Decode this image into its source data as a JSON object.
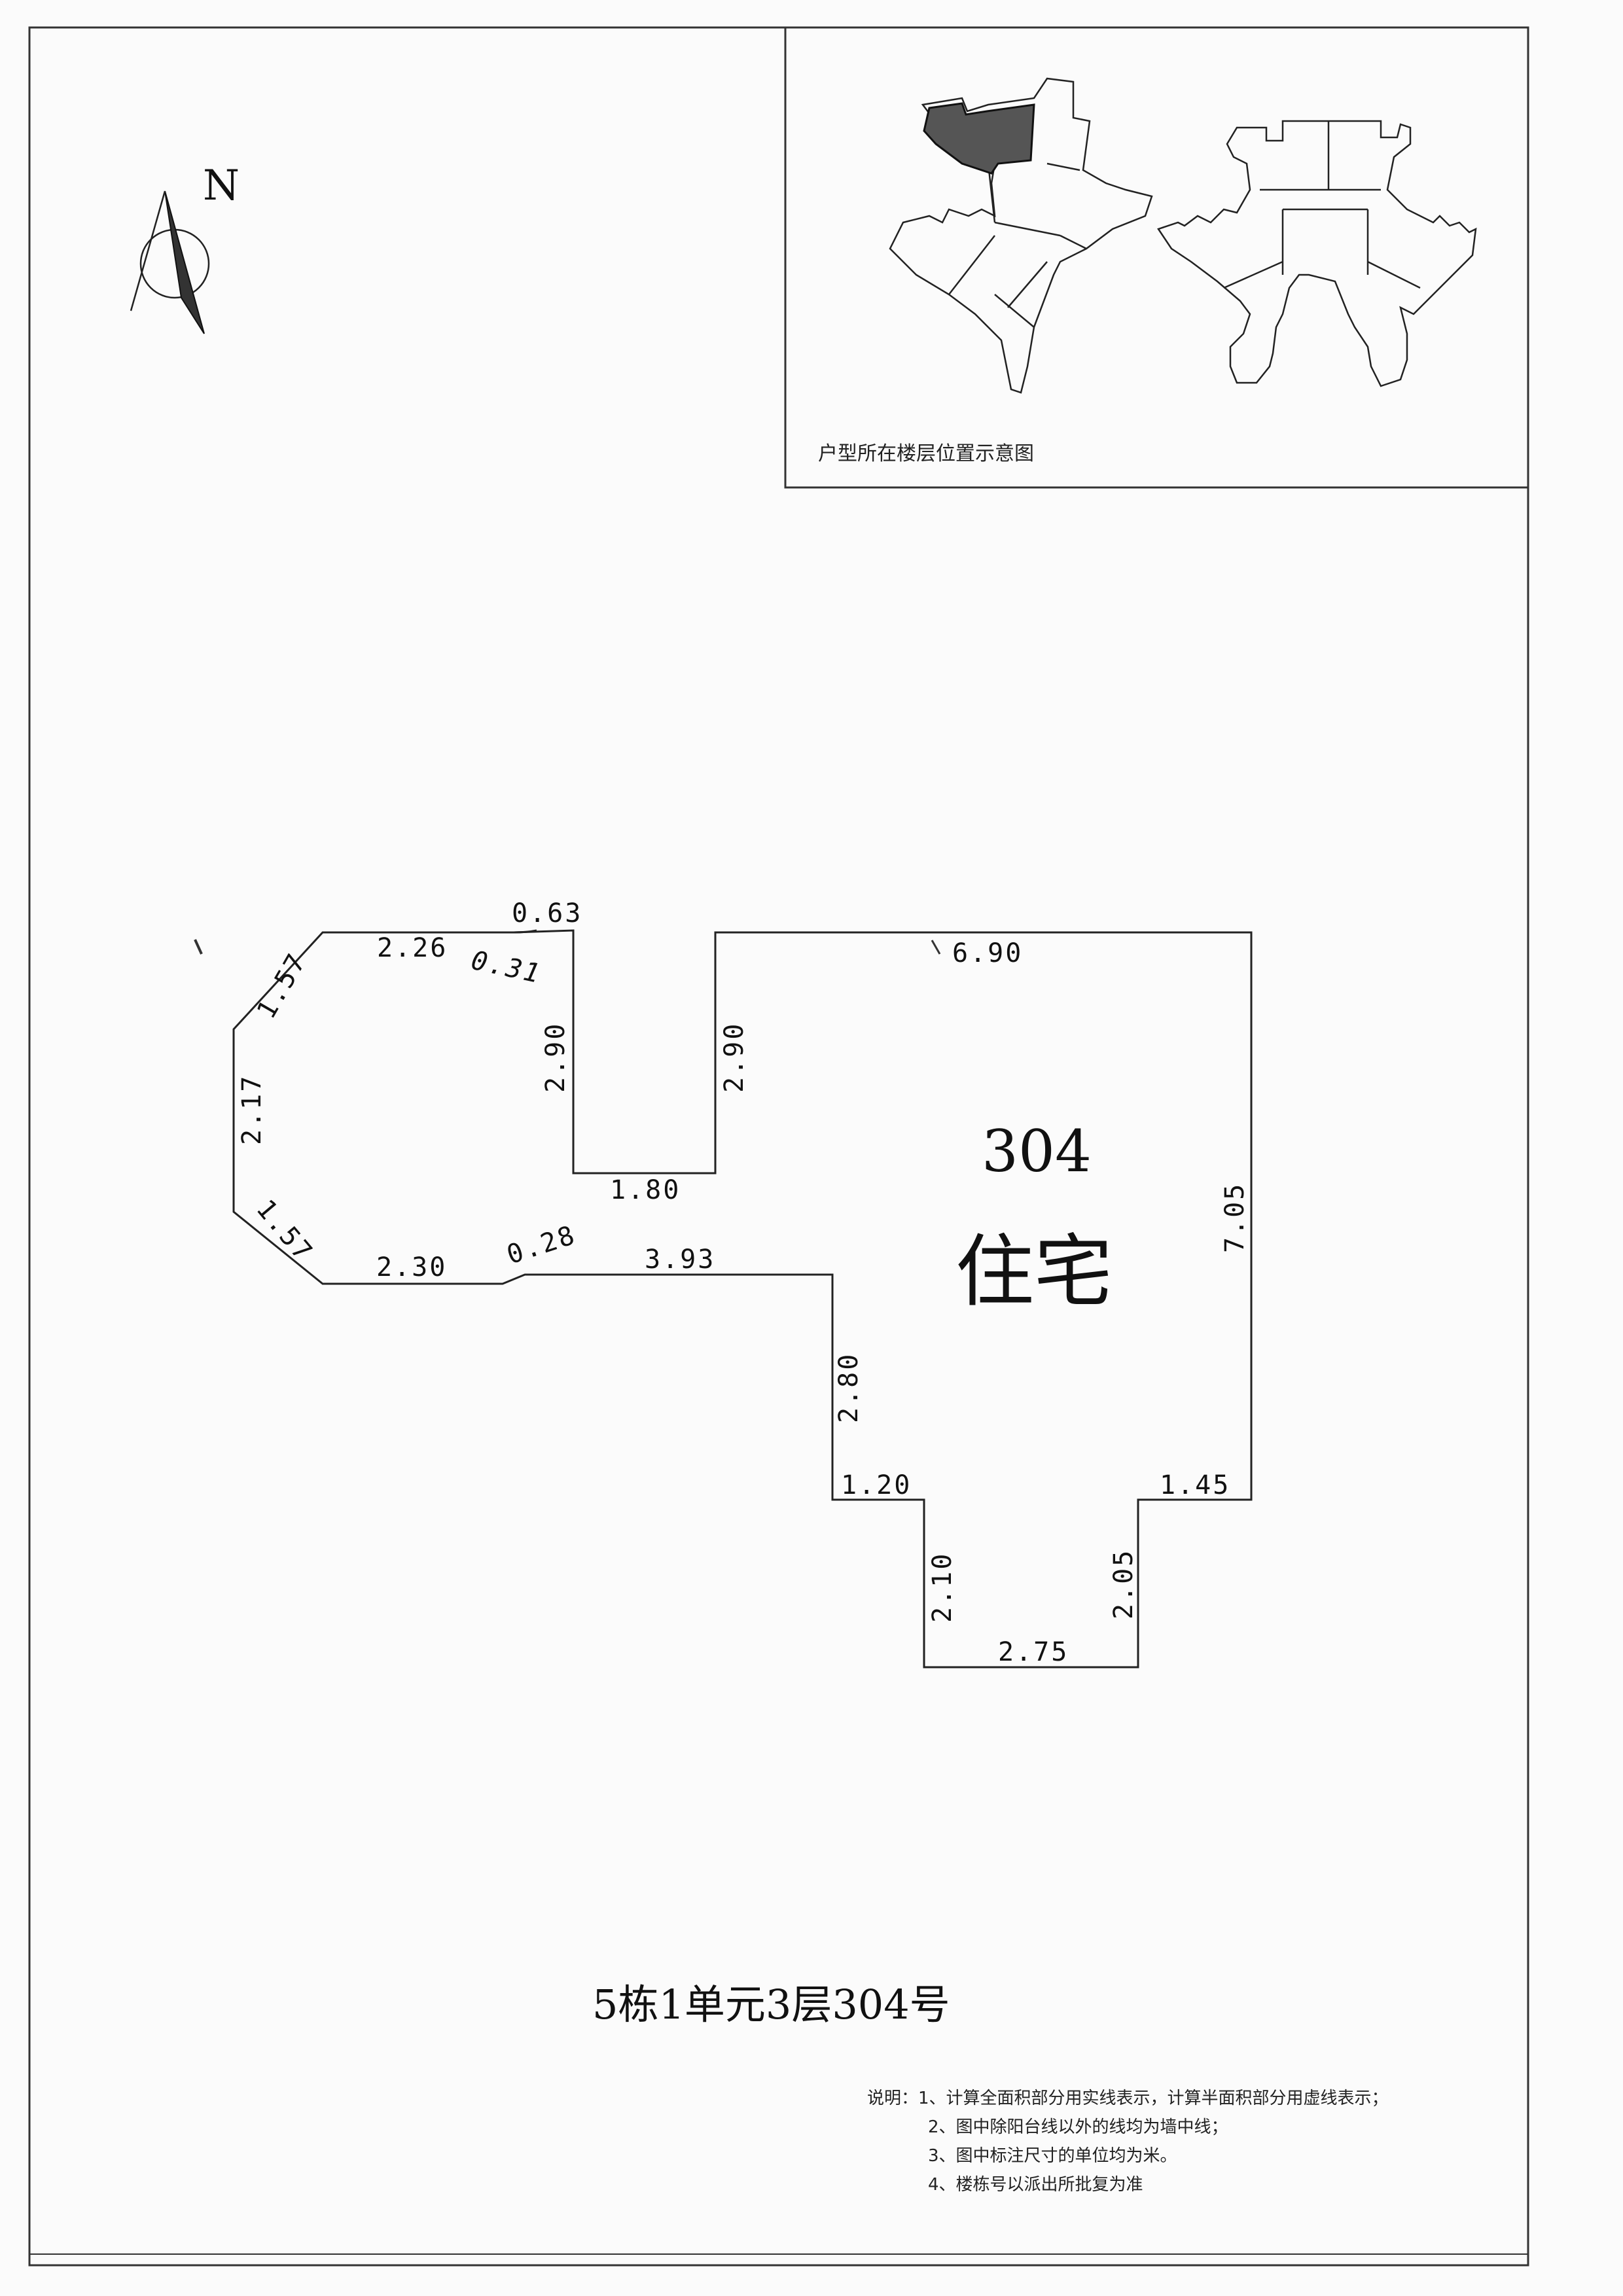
{
  "north_label": "N",
  "inset": {
    "caption": "户型所在楼层位置示意图"
  },
  "unit": {
    "number": "304",
    "use": "住宅"
  },
  "dimensions": {
    "top_left_2_26": "2.26",
    "top_notch_0_63": "0.63",
    "top_notch_0_31": "0.31",
    "diag_upper_1_57": "1.57",
    "left_2_17": "2.17",
    "diag_lower_1_57": "1.57",
    "bottom_left_2_30": "2.30",
    "bottom_notch_0_28": "0.28",
    "bottom_3_93": "3.93",
    "recess_left_2_90": "2.90",
    "recess_right_2_90": "2.90",
    "recess_bottom_1_80": "1.80",
    "top_right_6_90": "6.90",
    "right_7_05": "7.05",
    "step_left_2_80": "2.80",
    "step_left_1_20": "1.20",
    "step_right_1_45": "1.45",
    "tab_left_2_10": "2.10",
    "tab_right_2_05": "2.05",
    "tab_bottom_2_75": "2.75"
  },
  "title": "5栋1单元3层304号",
  "notes": {
    "n1": "说明：1、计算全面积部分用实线表示，计算半面积部分用虚线表示；",
    "n2": "2、图中除阳台线以外的线均为墙中线；",
    "n3": "3、图中标注尺寸的单位均为米。",
    "n4": "4、楼栋号以派出所批复为准"
  }
}
